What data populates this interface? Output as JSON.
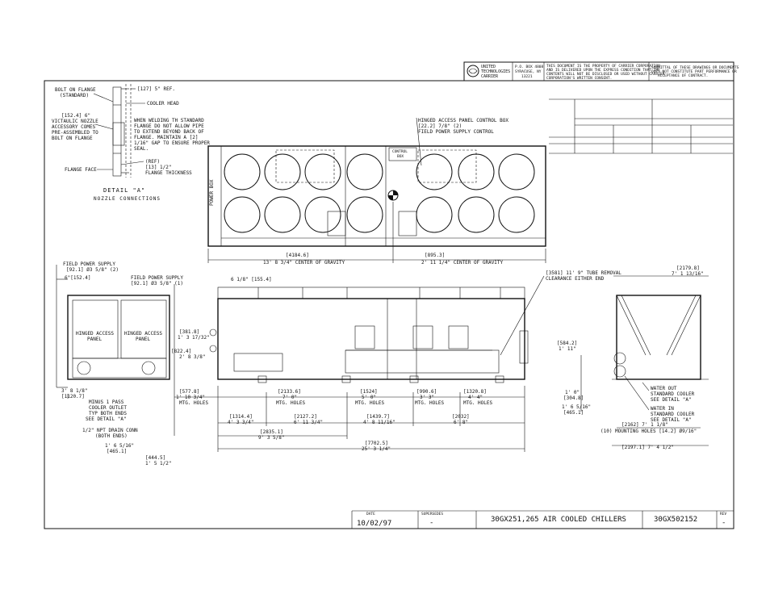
{
  "company": {
    "name_lines": [
      "UNITED",
      "TECHNOLOGIES",
      "CARRIER"
    ],
    "address_lines": [
      "P.O. BOX 4808",
      "SYRACUSE, NY",
      "13221"
    ],
    "notice_lines": [
      "THIS DOCUMENT IS THE PROPERTY OF CARRIER CORPORATION",
      "AND IS DELIVERED UPON THE EXPRESS CONDITION THAT THE",
      "CONTENTS WILL NOT BE DISCLOSED OR USED WITHOUT CARRIER",
      "CORPORATION'S WRITTEN CONSENT."
    ],
    "submittal_lines": [
      "SUBMITTAL OF THESE DRAWINGS OR DOCUMENTS",
      "DOES NOT CONSTITUTE PART PERFORMANCE OR",
      "ACCEPTANCE OF CONTRACT."
    ]
  },
  "detail_a": {
    "title": "DETAIL \"A\"",
    "subtitle": "NOZZLE CONNECTIONS",
    "bolt_on_flange": [
      "BOLT ON FLANGE",
      "(STANDARD)"
    ],
    "dim_ref": "[127] 5\" REF.",
    "cooler_head": "COOLER HEAD",
    "nozzle": [
      "[152.4] 6\"",
      "VICTAULIC NOZZLE",
      "ACCESSORY COMES",
      "PRE-ASSEMBLED TO",
      "BOLT ON FLANGE"
    ],
    "welding": [
      "WHEN WELDING TH STANDARD",
      "FLANGE DO NOT ALLOW PIPE",
      "TO EXTEND BEYOND BACK OF",
      "FLANGE. MAINTAIN A [2]",
      "1/16\" GAP TO ENSURE PROPER",
      "SEAL."
    ],
    "flange_face": "FLANGE FACE",
    "ref_thickness": [
      "(REF)",
      "[13] 1/2\"",
      "FLANGE THICKNESS"
    ]
  },
  "top_view": {
    "control_box_note": [
      "HINGED ACCESS PANEL CONTROL BOX",
      "[22.2] 7/8\" (2)",
      "FIELD POWER SUPPLY CONTROL"
    ],
    "control_box_label": [
      "CONTROL",
      "BOX"
    ],
    "power_box": "POWER BOX",
    "dim_cg1": "[4184.6]",
    "dim_cg1_ft": "13' 8 3/4\" CENTER OF GRAVITY",
    "dim_cg2": "[895.3]",
    "dim_cg2_ft": "2' 11 1/4\" CENTER OF GRAVITY"
  },
  "side_view": {
    "field_power_1": [
      "FIELD POWER SUPPLY",
      "[92.1] Ø3 5/8\" (2)"
    ],
    "field_power_2": [
      "FIELD POWER SUPPLY",
      "[92.1] Ø3 5/8\" (1)"
    ],
    "dim_6_left": "6\"[152.4]",
    "dim_6_top": "6 1/8\" [155.4]",
    "hinged_left": [
      "HINGED ACCESS",
      "PANEL"
    ],
    "hinged_right": [
      "HINGED ACCESS",
      "PANEL"
    ],
    "dim_381": [
      "[381.8]",
      "1' 3 17/32\""
    ],
    "dim_822": [
      "[822.4]",
      "2' 8 3/8\""
    ],
    "dim_3_18": [
      "3' 8 1/8\"",
      "[1120.7]"
    ],
    "minus_pass": [
      "MINUS 1 PASS",
      "COOLER OUTLET",
      "TYP BOTH ENDS",
      "SEE DETAIL \"A\""
    ],
    "drain": [
      "1/2\" NPT DRAIN CONN",
      "(BOTH ENDS)"
    ],
    "dim_1_6": [
      "1' 6 5/16\"",
      "[465.1]"
    ],
    "dim_444": [
      "[444.5]",
      "1' 5 1/2\""
    ],
    "dim_577": [
      "[577.8]",
      "1' 10 3/4\"",
      "MTG. HOLES"
    ],
    "dim_2133": [
      "[2133.6]",
      "7' 0\"",
      "MTG. HOLES"
    ],
    "dim_1524": [
      "[1524]",
      "5' 0\"",
      "MTG. HOLES"
    ],
    "dim_990": [
      "[990.6]",
      "3' 3\"",
      "MTG. HOLES"
    ],
    "dim_1320": [
      "[1320.8]",
      "4' 4\"",
      "MTG. HOLES"
    ],
    "dim_1314": [
      "[1314.4]",
      "4' 3 3/4\""
    ],
    "dim_2127": [
      "[2127.2]",
      "6' 11 3/4\""
    ],
    "dim_1439": [
      "[1439.7]",
      "4' 8 11/16\""
    ],
    "dim_2032": [
      "[2032]",
      "6' 8\""
    ],
    "dim_2835": [
      "[2835.1]",
      "9' 3 5/8\""
    ],
    "dim_7702": [
      "[7702.5]",
      "25' 3 1/4\""
    ]
  },
  "end_view": {
    "tube_removal": [
      "[3581] 11' 9\" TUBE REMOVAL",
      "CLEARANCE EITHER END"
    ],
    "dim_2179": [
      "[2179.8]",
      "7' 1 13/16\""
    ],
    "dim_584": [
      "[584.2]",
      "1' 11\""
    ],
    "dim_1_0": [
      "1' 0\"",
      "[304.8]"
    ],
    "dim_1_6b": [
      "1' 6 5/16\"",
      "[465.1]"
    ],
    "water_out": [
      "WATER OUT",
      "STANDARD COOLER",
      "SEE DETAIL \"A\""
    ],
    "water_in": [
      "WATER IN",
      "STANDARD COOLER",
      "SEE DETAIL \"A\""
    ],
    "dim_2162": "[2162] 7' 1 1/8\"",
    "mounting": "(10) MOUNTING HOLES [14.2] Ø9/16\"",
    "dim_2197": "[2197.1] 7' 4 1/2\""
  },
  "title_block": {
    "date_label": "DATE",
    "date": "10/02/97",
    "supersedes_label": "SUPERSEDES",
    "supersedes": "-",
    "title": "30GX251,265 AIR COOLED CHILLERS",
    "drawing_no": "30GX502152",
    "rev_label": "REV",
    "rev": "-"
  }
}
